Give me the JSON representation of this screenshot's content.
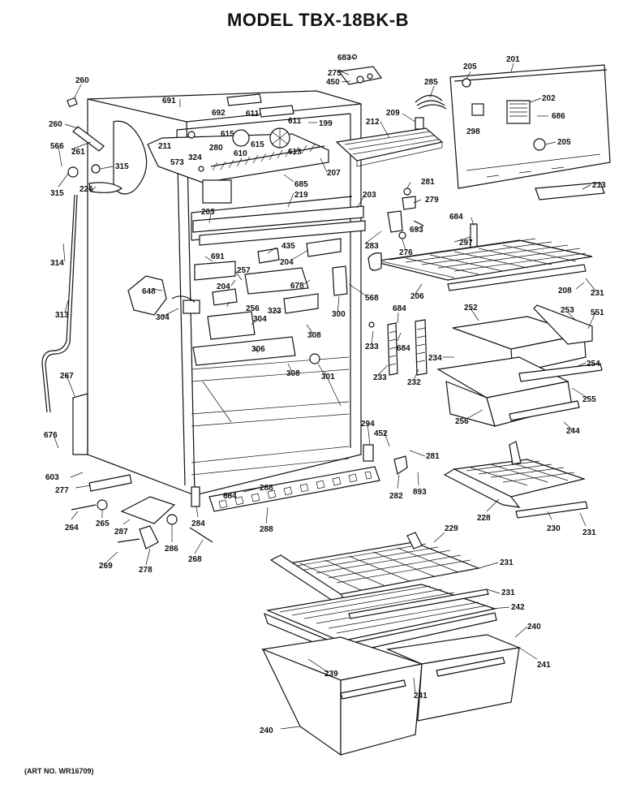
{
  "title": "MODEL TBX-18BK-B",
  "art_number": "(ART NO. WR16709)",
  "callouts": [
    {
      "label": "683"
    },
    {
      "label": "275"
    },
    {
      "label": "450"
    },
    {
      "label": "285"
    },
    {
      "label": "205"
    },
    {
      "label": "201"
    },
    {
      "label": "260"
    },
    {
      "label": "691"
    },
    {
      "label": "692"
    },
    {
      "label": "611"
    },
    {
      "label": "611"
    },
    {
      "label": "199"
    },
    {
      "label": "209"
    },
    {
      "label": "212"
    },
    {
      "label": "202"
    },
    {
      "label": "686"
    },
    {
      "label": "298"
    },
    {
      "label": "205"
    },
    {
      "label": "260"
    },
    {
      "label": "615"
    },
    {
      "label": "610"
    },
    {
      "label": "615"
    },
    {
      "label": "613"
    },
    {
      "label": "261"
    },
    {
      "label": "566"
    },
    {
      "label": "211"
    },
    {
      "label": "280"
    },
    {
      "label": "573"
    },
    {
      "label": "324"
    },
    {
      "label": "315"
    },
    {
      "label": "207"
    },
    {
      "label": "685"
    },
    {
      "label": "281"
    },
    {
      "label": "213"
    },
    {
      "label": "315"
    },
    {
      "label": "226"
    },
    {
      "label": "219"
    },
    {
      "label": "203"
    },
    {
      "label": "279"
    },
    {
      "label": "203"
    },
    {
      "label": "684"
    },
    {
      "label": "693"
    },
    {
      "label": "297"
    },
    {
      "label": "283"
    },
    {
      "label": "314"
    },
    {
      "label": "435"
    },
    {
      "label": "204"
    },
    {
      "label": "276"
    },
    {
      "label": "691"
    },
    {
      "label": "257"
    },
    {
      "label": "678"
    },
    {
      "label": "206"
    },
    {
      "label": "208"
    },
    {
      "label": "231"
    },
    {
      "label": "648"
    },
    {
      "label": "204"
    },
    {
      "label": "256"
    },
    {
      "label": "568"
    },
    {
      "label": "313"
    },
    {
      "label": "304"
    },
    {
      "label": "323"
    },
    {
      "label": "300"
    },
    {
      "label": "684"
    },
    {
      "label": "252"
    },
    {
      "label": "253"
    },
    {
      "label": "551"
    },
    {
      "label": "304"
    },
    {
      "label": "308"
    },
    {
      "label": "233"
    },
    {
      "label": "684"
    },
    {
      "label": "306"
    },
    {
      "label": "234"
    },
    {
      "label": "254"
    },
    {
      "label": "233"
    },
    {
      "label": "232"
    },
    {
      "label": "308"
    },
    {
      "label": "301"
    },
    {
      "label": "255"
    },
    {
      "label": "267"
    },
    {
      "label": "256"
    },
    {
      "label": "244"
    },
    {
      "label": "294"
    },
    {
      "label": "452"
    },
    {
      "label": "676"
    },
    {
      "label": "281"
    },
    {
      "label": "603"
    },
    {
      "label": "288"
    },
    {
      "label": "277"
    },
    {
      "label": "684"
    },
    {
      "label": "282"
    },
    {
      "label": "893"
    },
    {
      "label": "228"
    },
    {
      "label": "230"
    },
    {
      "label": "231"
    },
    {
      "label": "264"
    },
    {
      "label": "265"
    },
    {
      "label": "287"
    },
    {
      "label": "284"
    },
    {
      "label": "288"
    },
    {
      "label": "286"
    },
    {
      "label": "268"
    },
    {
      "label": "269"
    },
    {
      "label": "278"
    },
    {
      "label": "229"
    },
    {
      "label": "231"
    },
    {
      "label": "231"
    },
    {
      "label": "242"
    },
    {
      "label": "240"
    },
    {
      "label": "241"
    },
    {
      "label": "239"
    },
    {
      "label": "241"
    },
    {
      "label": "240"
    }
  ]
}
